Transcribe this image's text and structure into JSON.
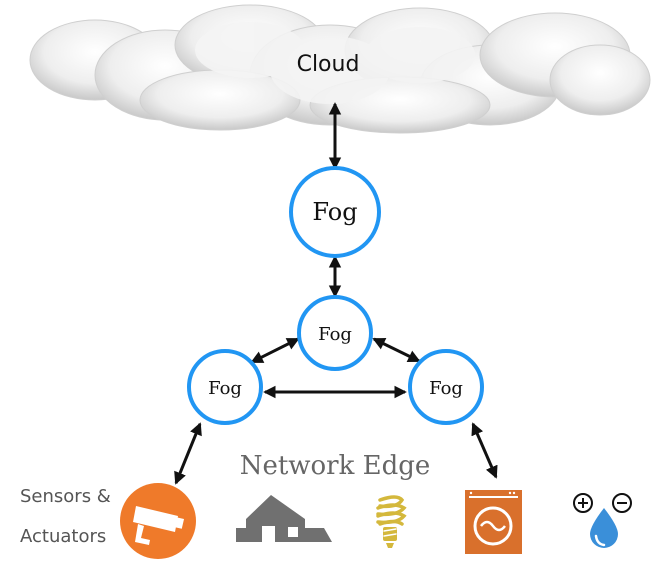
{
  "cloud": {
    "label": "Cloud"
  },
  "fog_nodes": {
    "top": "Fog",
    "middle": "Fog",
    "left": "Fog",
    "right": "Fog"
  },
  "edge": {
    "label": "Network Edge"
  },
  "sensors": {
    "line1": "Sensors &",
    "line2": "Actuators"
  },
  "devices": [
    "security-camera-icon",
    "house-icon",
    "light-bulb-icon",
    "washing-machine-icon",
    "water-drop-icon"
  ],
  "colors": {
    "fog_ring": "#2196F3",
    "camera": "#EF7A2A",
    "house": "#707070",
    "bulb": "#D4B83C",
    "washer": "#D9702C",
    "drop": "#3A8FD9",
    "arrow": "#111111"
  }
}
